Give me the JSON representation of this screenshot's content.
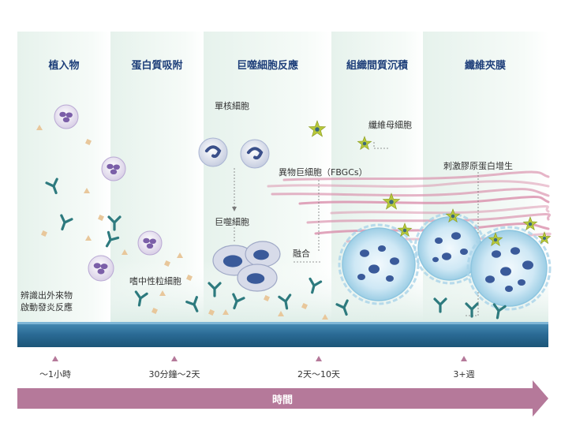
{
  "stages": [
    {
      "id": "implant",
      "title": "植入物"
    },
    {
      "id": "protein",
      "title": "蛋白質吸附"
    },
    {
      "id": "macrophage",
      "title": "巨噬細胞反應"
    },
    {
      "id": "matrix",
      "title": "組織間質沉積"
    },
    {
      "id": "capsule",
      "title": "纖維夾膜"
    }
  ],
  "labels": {
    "recognition": [
      "辨識出外來物",
      "啟動發炎反應"
    ],
    "neutrophil": "嗜中性粒細胞",
    "monocyte": "單核細胞",
    "macrophage": "巨噬細胞",
    "fbgc": "異物巨細胞（FBGCs）",
    "fusion": "融合",
    "fibroblast": "纖維母細胞",
    "collagen": "刺激膠原蛋白增生"
  },
  "timeline": {
    "title": "時間",
    "ticks": [
      "～1小時",
      "30分鐘～2天",
      "2天～10天",
      "3+週"
    ]
  },
  "colors": {
    "title": "#1e3f7a",
    "substrate": "#2a6a94",
    "arrow": "#b5799a",
    "antibody": "#2d7a7e",
    "collagen": "#d88aa8",
    "fbgc": "#8ec6e0",
    "nucleus": "#3a5a9a",
    "fibroblast": "#b7c83a"
  }
}
